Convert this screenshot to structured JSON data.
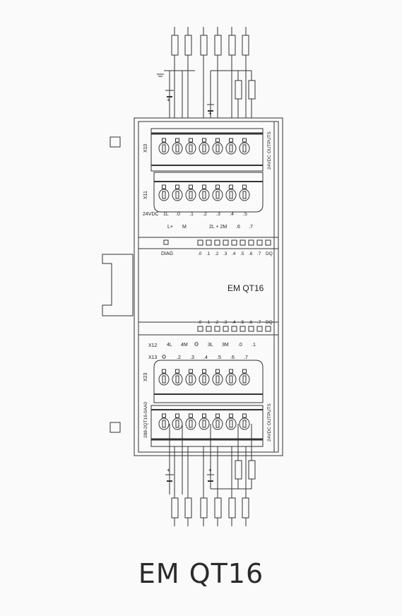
{
  "module": {
    "title": "EM QT16",
    "caption": "EM QT16",
    "order_number": "288-2QT16-0AA0",
    "side_label_top": "24VDC OUTPUTS",
    "side_label_bottom": "24VDC OUTPUTS"
  },
  "top_block": {
    "connector_x10": "X10",
    "connector_x11": "X11",
    "supply_label": "24VDC",
    "terminals_x11": [
      "1L",
      ".0",
      ".1",
      ".2",
      ".3",
      ".4",
      ".5"
    ],
    "power_terms": [
      "L+",
      "M"
    ],
    "group2_terms": [
      "2L + 2M",
      ".6",
      ".7"
    ]
  },
  "status": {
    "diag_label": "DIAG",
    "top_leds": [
      ".0",
      ".1",
      ".2",
      ".3",
      ".4",
      ".5",
      ".6",
      ".7",
      "DQ"
    ],
    "bottom_leds": [
      ".0",
      ".1",
      ".2",
      ".3",
      ".4",
      ".5",
      ".6",
      ".7",
      "DQ"
    ]
  },
  "bottom_block": {
    "connector_x12": "X12",
    "connector_x13": "X13",
    "connector_x23": "X23",
    "x12_terms": [
      "4L",
      "4M"
    ],
    "x12_group": [
      "3L",
      "3M",
      ".0",
      ".1"
    ],
    "x13_terms": [
      ".2",
      ".3",
      ".4",
      ".5",
      ".6",
      ".7"
    ]
  }
}
